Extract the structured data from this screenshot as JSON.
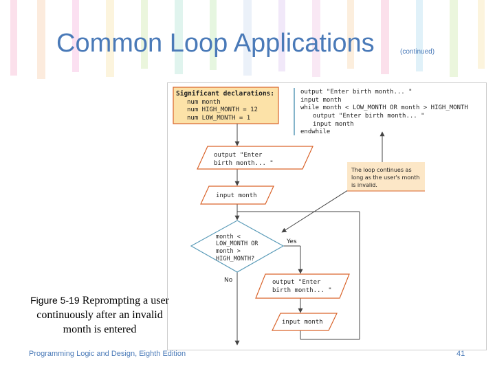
{
  "header": {
    "title": "Common Loop Applications",
    "subtitle": "(continued)"
  },
  "declarations": {
    "heading": "Significant declarations:",
    "lines": [
      "num month",
      "num HIGH_MONTH = 12",
      "num LOW_MONTH = 1"
    ]
  },
  "pseudocode": {
    "lines": [
      "output \"Enter birth month... \"",
      "input month",
      "while month < LOW_MONTH OR month > HIGH_MONTH",
      "output \"Enter birth month... \"",
      "input month",
      "endwhile"
    ]
  },
  "flowchart": {
    "output1_lines": [
      "output \"Enter",
      "birth month... \""
    ],
    "input1": "input month",
    "decision_lines": [
      "month <",
      "LOW_MONTH OR",
      "month >",
      "HIGH_MONTH?"
    ],
    "yes_label": "Yes",
    "no_label": "No",
    "output2_lines": [
      "output \"Enter",
      "birth month... \""
    ],
    "input2": "input month",
    "note_lines": [
      "The loop continues as",
      "long as the user's month",
      "is invalid."
    ]
  },
  "caption": {
    "label": "Figure 5-19",
    "text": "Reprompting a user continuously after an invalid month is entered"
  },
  "footer": {
    "text": "Programming Logic and Design, Eighth Edition",
    "page": "41"
  },
  "colors": {
    "accent": "#4a7ab8",
    "shape_border": "#d9632a",
    "highlight": "#fce2a8",
    "decision_border": "#5a9bb8",
    "note_bg": "#fce7c7"
  }
}
